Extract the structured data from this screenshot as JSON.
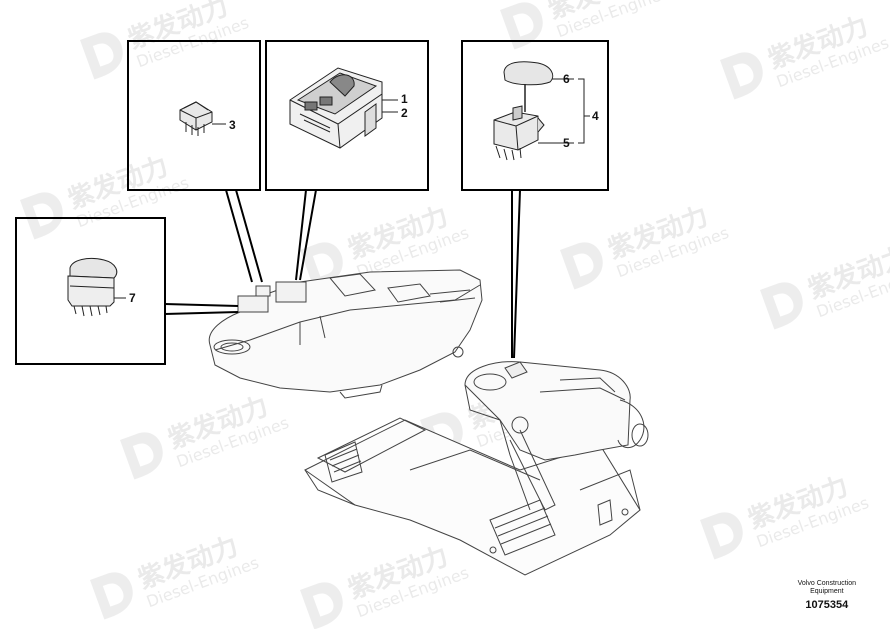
{
  "watermark": {
    "brand_cn": "紫发动力",
    "brand_en": "Diesel-Engines"
  },
  "callouts": {
    "c1": "1",
    "c2": "2",
    "c3": "3",
    "c4": "4",
    "c5": "5",
    "c6": "6",
    "c7": "7"
  },
  "footer": {
    "manufacturer_line1": "Volvo Construction",
    "manufacturer_line2": "Equipment",
    "drawing_number": "1075354"
  }
}
